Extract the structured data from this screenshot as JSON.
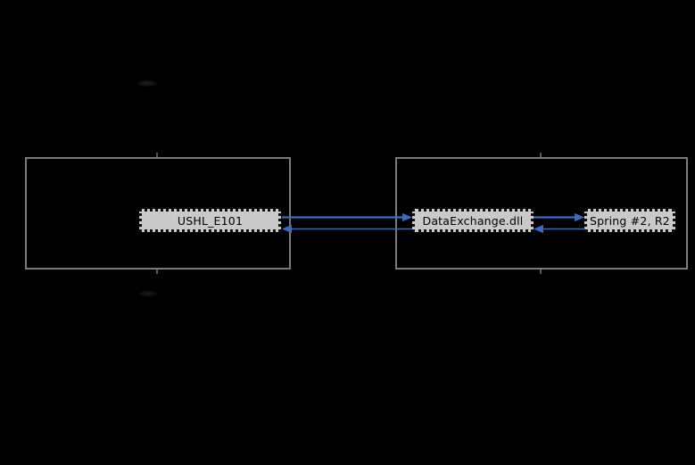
{
  "diagram": {
    "type": "dependency-diagram",
    "background": "black",
    "clusters": [
      {
        "id": "left",
        "label": ""
      },
      {
        "id": "right",
        "label": ""
      }
    ],
    "nodes": [
      {
        "label": "USHL_E101"
      },
      {
        "label": "DataExchange.dll"
      },
      {
        "label": "Spring #2, R2"
      }
    ],
    "edges": [
      {
        "from": "USHL_E101",
        "to": "DataExchange.dll",
        "direction": "right"
      },
      {
        "from": "DataExchange.dll",
        "to": "USHL_E101",
        "direction": "left"
      },
      {
        "from": "DataExchange.dll",
        "to": "Spring #2, R2",
        "direction": "right"
      },
      {
        "from": "Spring #2, R2",
        "to": "DataExchange.dll",
        "direction": "left"
      }
    ],
    "colors": {
      "background": "#000000",
      "cluster_border": "#7a7a7a",
      "stub_color": "#5a5a5a",
      "node_fill": "#c9c9c9",
      "node_border": "#0d0d0d",
      "node_text": "#000000",
      "arrow": "#3b6cc5"
    }
  }
}
